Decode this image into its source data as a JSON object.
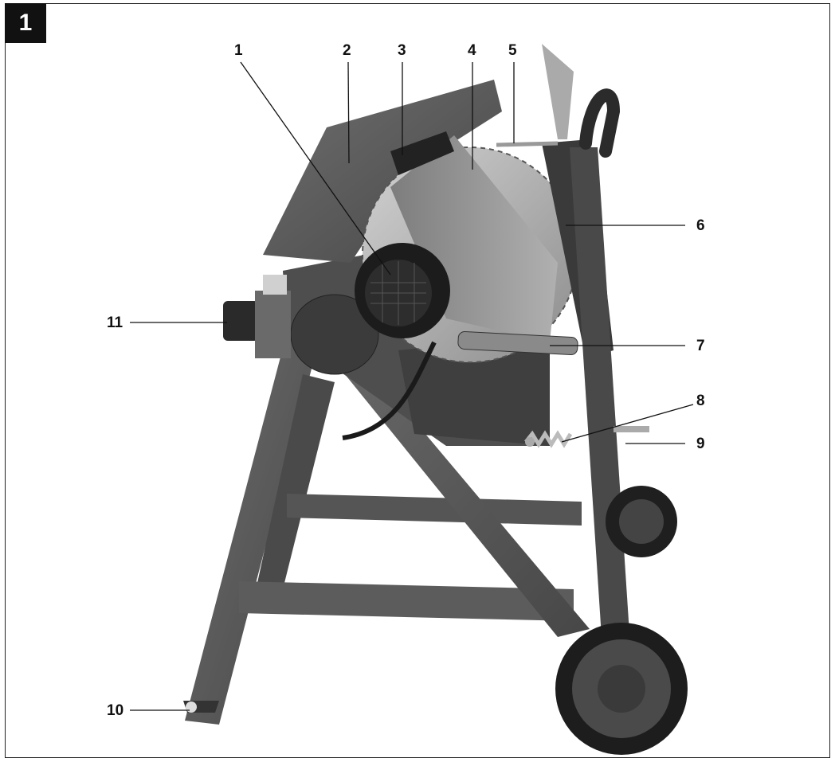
{
  "figure": {
    "number": "1"
  },
  "callouts": [
    {
      "id": "1",
      "label": "1"
    },
    {
      "id": "2",
      "label": "2"
    },
    {
      "id": "3",
      "label": "3"
    },
    {
      "id": "4",
      "label": "4"
    },
    {
      "id": "5",
      "label": "5"
    },
    {
      "id": "6",
      "label": "6"
    },
    {
      "id": "7",
      "label": "7"
    },
    {
      "id": "8",
      "label": "8"
    },
    {
      "id": "9",
      "label": "9"
    },
    {
      "id": "10",
      "label": "10"
    },
    {
      "id": "11",
      "label": "11"
    }
  ],
  "colors": {
    "steel": "#5a5a5a",
    "dark": "#2a2a2a",
    "light": "#9a9a9a",
    "blade": "#b8b8b8"
  }
}
